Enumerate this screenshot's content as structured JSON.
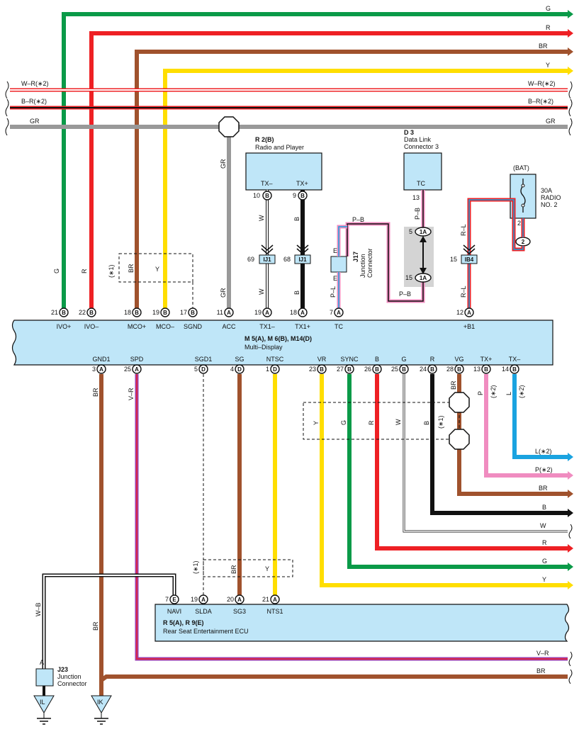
{
  "colors": {
    "green": "#0a9a48",
    "red": "#ee2024",
    "brown": "#a0522d",
    "yellow": "#ffde00",
    "gray": "#999999",
    "black": "#111111",
    "pink": "#f08cc0",
    "blue": "#1aa3e0",
    "violet": "#9b3fb0",
    "component_fill": "#bfe6f8"
  },
  "right_wires": {
    "g": "G",
    "r": "R",
    "br": "BR",
    "y": "Y",
    "wr": "W–R(∗2)",
    "br2": "B–R(∗2)",
    "gr": "GR",
    "l2": "L(∗2)",
    "p2": "P(∗2)",
    "br_low": "BR",
    "b": "B",
    "w": "W",
    "r_low": "R",
    "g_low": "G",
    "y_low": "Y",
    "vr": "V–R",
    "br_bottom": "BR"
  },
  "left_wires": {
    "wr": "W–R(∗2)",
    "br2": "B–R(∗2)",
    "gr": "GR"
  },
  "radio": {
    "id": "R 2(B)",
    "name": "Radio and Player",
    "tx_minus": "TX–",
    "tx_plus": "TX+",
    "pin_10": "10",
    "pin_9": "9",
    "conn": "B"
  },
  "dlc": {
    "id": "D 3",
    "name1": "Data Link",
    "name2": "Connector 3",
    "tc": "TC",
    "pin": "13"
  },
  "fuse": {
    "bat": "(BAT)",
    "amp": "30A",
    "name1": "RADIO",
    "name2": "NO. 2",
    "pin": "2",
    "conn": "2"
  },
  "junction_j17": {
    "id": "J17",
    "name1": "Junction",
    "name2": "Connector",
    "e": "E"
  },
  "junction_j23": {
    "id": "J23",
    "name1": "Junction",
    "name2": "Connector",
    "a": "A"
  },
  "inline_connectors": {
    "ij1_a": "IJ1",
    "ij1_b": "IJ1",
    "ib4": "IB4",
    "pin_69": "69",
    "pin_68": "68",
    "pin_15": "15",
    "c1a_top": "1A",
    "c1a_bot": "1A",
    "pin_5": "5",
    "pin_15b": "15"
  },
  "multi_display": {
    "id": "M 5(A), M 6(B), M14(D)",
    "name": "Multi–Display",
    "top_pins": [
      {
        "num": "21",
        "conn": "B",
        "label": "IVO+"
      },
      {
        "num": "22",
        "conn": "B",
        "label": "IVO–"
      },
      {
        "num": "18",
        "conn": "B",
        "label": "MCO+"
      },
      {
        "num": "19",
        "conn": "B",
        "label": "MCO–"
      },
      {
        "num": "17",
        "conn": "B",
        "label": "SGND"
      },
      {
        "num": "11",
        "conn": "A",
        "label": "ACC"
      },
      {
        "num": "19",
        "conn": "A",
        "label": "TX1–"
      },
      {
        "num": "18",
        "conn": "A",
        "label": "TX1+"
      },
      {
        "num": "7",
        "conn": "A",
        "label": "TC"
      },
      {
        "num": "12",
        "conn": "A",
        "label": "+B1"
      }
    ],
    "bottom_pins": [
      {
        "num": "3",
        "conn": "A",
        "label": "GND1"
      },
      {
        "num": "25",
        "conn": "A",
        "label": "SPD"
      },
      {
        "num": "5",
        "conn": "D",
        "label": "SGD1"
      },
      {
        "num": "4",
        "conn": "D",
        "label": "SG"
      },
      {
        "num": "1",
        "conn": "D",
        "label": "NTSC"
      },
      {
        "num": "23",
        "conn": "B",
        "label": "VR"
      },
      {
        "num": "27",
        "conn": "B",
        "label": "SYNC"
      },
      {
        "num": "26",
        "conn": "B",
        "label": "B"
      },
      {
        "num": "25",
        "conn": "B",
        "label": "G"
      },
      {
        "num": "24",
        "conn": "B",
        "label": "R"
      },
      {
        "num": "28",
        "conn": "B",
        "label": "VG"
      },
      {
        "num": "13",
        "conn": "B",
        "label": "TX+"
      },
      {
        "num": "14",
        "conn": "B",
        "label": "TX–"
      }
    ]
  },
  "rse": {
    "id": "R 5(A), R 9(E)",
    "name": "Rear Seat Entertainment ECU",
    "pins": [
      {
        "num": "7",
        "conn": "E",
        "label": "NAVI"
      },
      {
        "num": "19",
        "conn": "A",
        "label": "SLDA"
      },
      {
        "num": "20",
        "conn": "A",
        "label": "SG3"
      },
      {
        "num": "21",
        "conn": "A",
        "label": "NTS1"
      }
    ]
  },
  "vertical_labels": {
    "g": "G",
    "r": "R",
    "gr": "GR",
    "gr2": "GR",
    "w": "W",
    "w2": "W",
    "b": "B",
    "b2": "B",
    "p_b": "P–B",
    "p_b2": "P–B",
    "p_b3": "P–B",
    "r_l": "R–L",
    "r_l2": "R–L",
    "p_l": "P–L",
    "e": "E",
    "br": "BR",
    "y": "Y",
    "gnd_br": "BR",
    "spd_vr": "V–R",
    "y2": "Y",
    "g2": "G",
    "r2": "R",
    "w3": "W",
    "b3": "B",
    "vg_br": "BR",
    "p": "P",
    "l": "L",
    "star2a": "(∗2)",
    "star2b": "(∗2)",
    "star1": "(∗1)",
    "star1b": "(∗1)",
    "star1c": "(∗1)",
    "br_dash": "BR",
    "y_dash": "Y",
    "wb": "W–B",
    "br_j23": "BR"
  },
  "grounds": {
    "il": "IL",
    "ik": "IK"
  }
}
